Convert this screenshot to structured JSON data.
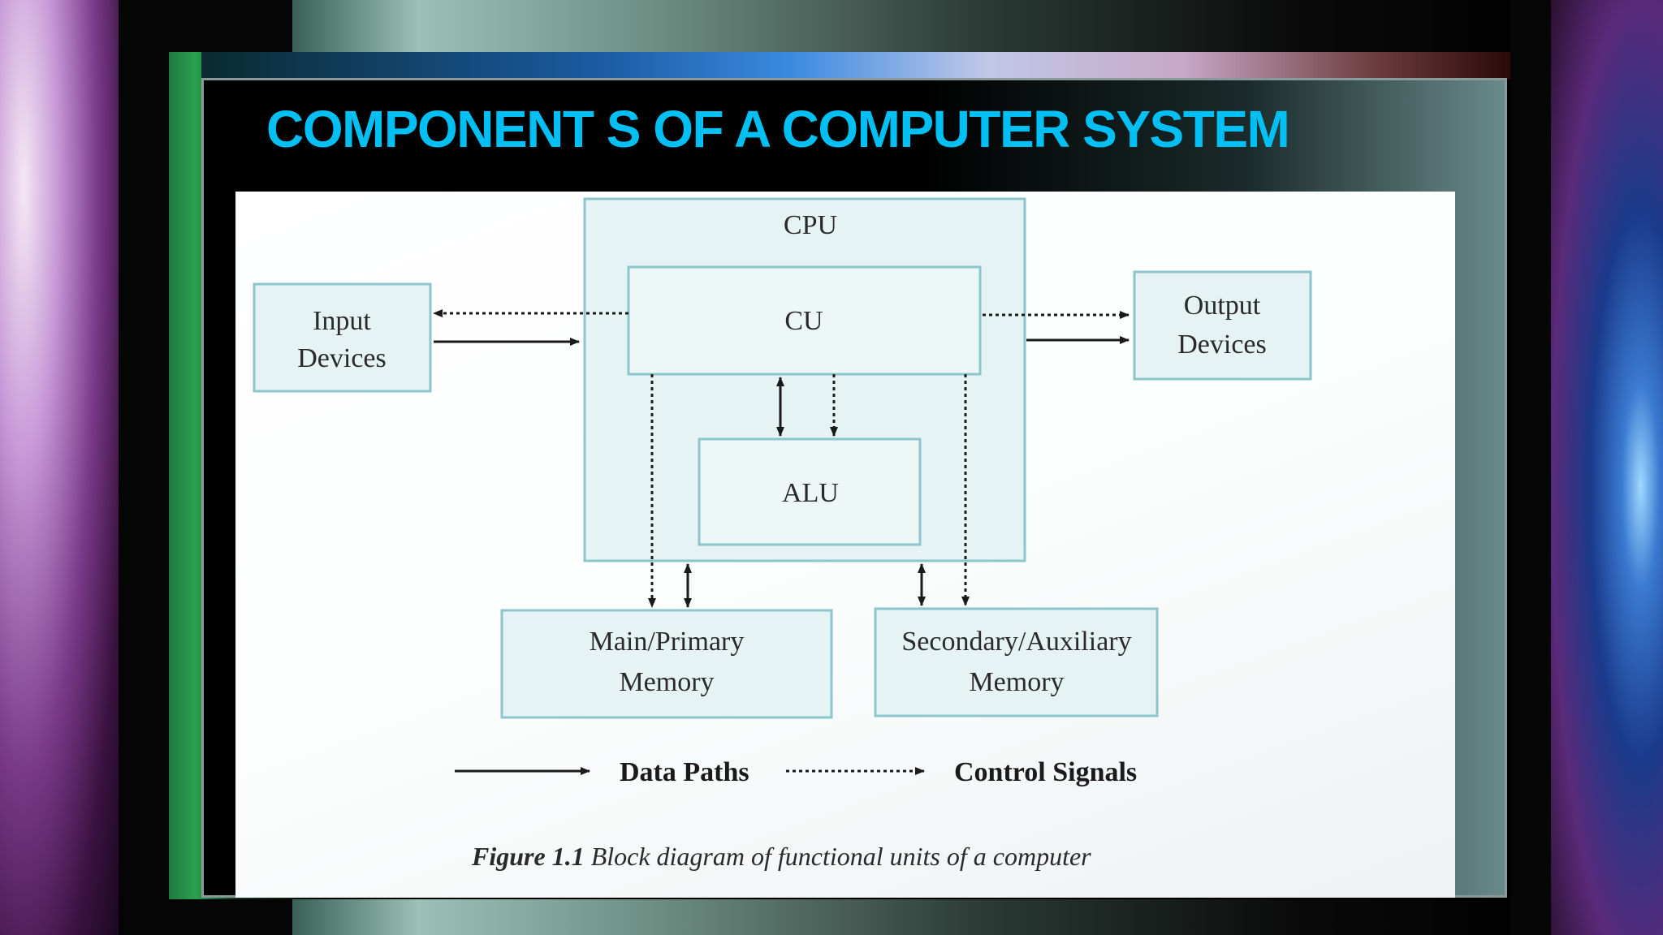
{
  "slide": {
    "title": "COMPONENT S OF A COMPUTER  SYSTEM"
  },
  "diagram": {
    "blocks": {
      "cpu": "CPU",
      "cu": "CU",
      "alu": "ALU",
      "input": [
        "Input",
        "Devices"
      ],
      "output": [
        "Output",
        "Devices"
      ],
      "main_memory": [
        "Main/Primary",
        "Memory"
      ],
      "secondary_memory": [
        "Secondary/Auxiliary",
        "Memory"
      ]
    },
    "legend": {
      "data_paths": "Data Paths",
      "control_signals": "Control Signals"
    },
    "caption": {
      "figure_number": "Figure 1.1",
      "text": " Block diagram of functional units of a computer"
    },
    "colors": {
      "block_fill": "#e6f3f5",
      "block_stroke": "#8cc6cc",
      "arrow": "#1a1a1a",
      "title": "#00bff2"
    }
  }
}
